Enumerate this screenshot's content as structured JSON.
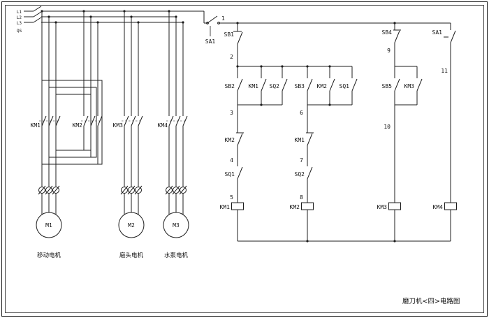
{
  "title": "磨刀机<四>电路图",
  "power": {
    "source_labels": [
      "L1",
      "L2",
      "L3"
    ],
    "disconnect_label": "QS",
    "contactor_labels": [
      "KM1",
      "KM2",
      "KM3",
      "KM4"
    ],
    "motors": [
      {
        "id": "M1",
        "caption": "移动电机"
      },
      {
        "id": "M2",
        "caption": "磨头电机"
      },
      {
        "id": "M3",
        "caption": "水泵电机"
      }
    ]
  },
  "control": {
    "main_switch_label": "SA1",
    "node_labels": [
      "1",
      "2",
      "3",
      "4",
      "5",
      "6",
      "7",
      "8",
      "9",
      "10",
      "11"
    ],
    "branch1": {
      "stop": "SB1",
      "start": "SB2",
      "seal": "KM1",
      "limit": "SQ2",
      "interlock": "KM2",
      "limit_series": "SQ1",
      "coil": "KM1"
    },
    "branch2": {
      "start": "SB3",
      "seal": "KM2",
      "limit": "SQ1",
      "interlock": "KM1",
      "limit_series": "SQ2",
      "coil": "KM2"
    },
    "branch3": {
      "stop": "SB4",
      "start": "SB5",
      "seal": "KM3",
      "coil": "KM3"
    },
    "branch4": {
      "switch": "SA1",
      "coil": "KM4"
    }
  }
}
